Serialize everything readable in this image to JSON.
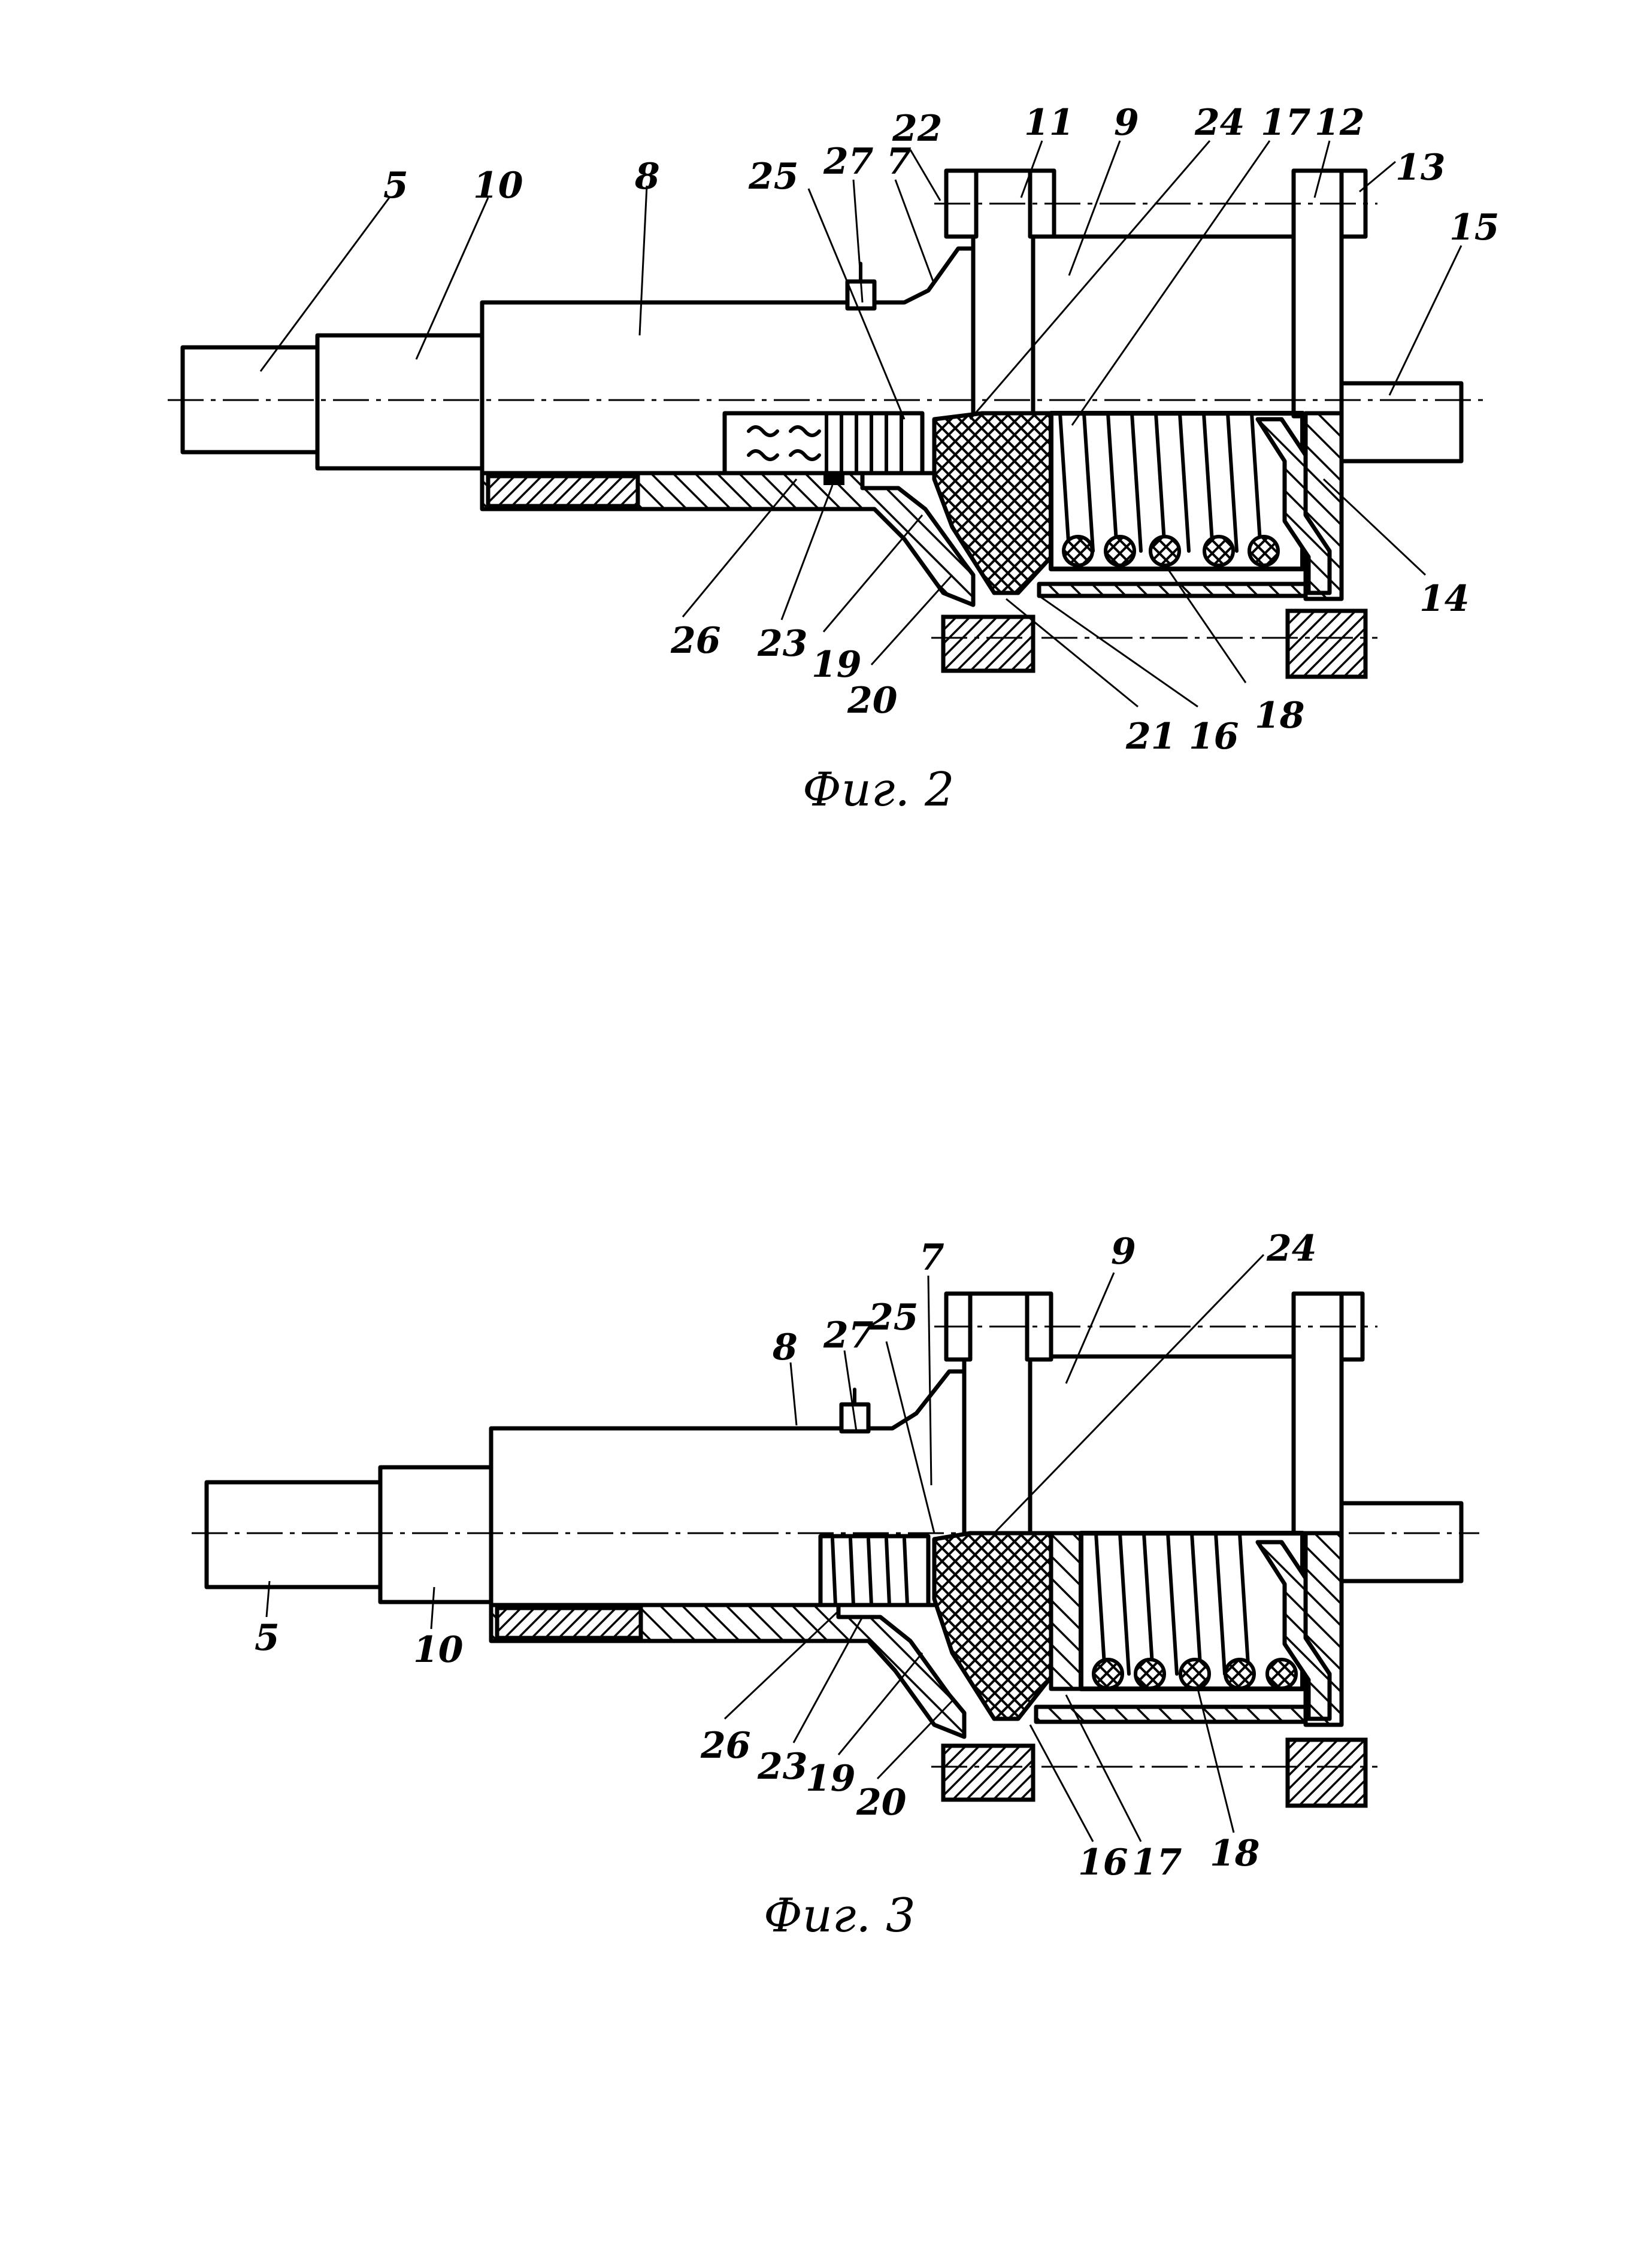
{
  "figures": [
    {
      "caption": "Фиг. 2",
      "labels": {
        "l5": "5",
        "l10": "10",
        "l8": "8",
        "l25": "25",
        "l27": "27",
        "l7": "7",
        "l22": "22",
        "l11": "11",
        "l9": "9",
        "l24": "24",
        "l17": "17",
        "l12": "12",
        "l13": "13",
        "l15": "15",
        "l14": "14",
        "l26": "26",
        "l23": "23",
        "l19": "19",
        "l20": "20",
        "l21": "21",
        "l16": "16",
        "l18": "18"
      }
    },
    {
      "caption": "Фиг. 3",
      "labels": {
        "l9": "9",
        "l24": "24",
        "l27": "27",
        "l25": "25",
        "l7": "7",
        "l8": "8",
        "l5": "5",
        "l10": "10",
        "l26": "26",
        "l23": "23",
        "l19": "19",
        "l20": "20",
        "l16": "16",
        "l17": "17",
        "l18": "18"
      }
    }
  ]
}
